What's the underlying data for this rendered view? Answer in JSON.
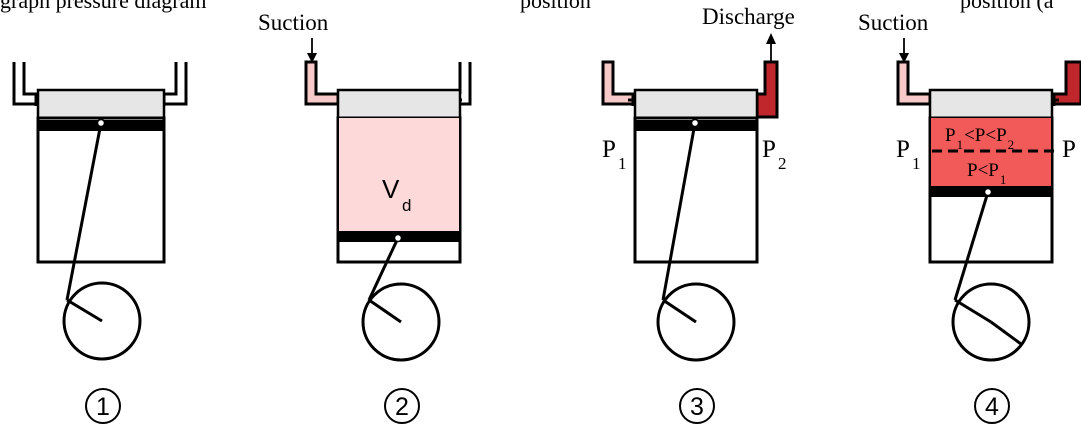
{
  "top_strip": {
    "text_left": "graph pressure diagram",
    "text_mid": "position",
    "text_right": "position (a"
  },
  "labels": {
    "suction": "Suction",
    "discharge": "Discharge",
    "p": "P",
    "sub1": "1",
    "sub2": "2",
    "v": "V",
    "sub_d": "d",
    "lt": "<",
    "mid_p": "P"
  },
  "stages": [
    {
      "number": "1"
    },
    {
      "number": "2"
    },
    {
      "number": "3"
    },
    {
      "number": "4"
    }
  ],
  "colors": {
    "light_pink": "#fdd9d9",
    "pink_pipe": "#f7c9c9",
    "red_fill": "#f25a5a",
    "dark_red": "#c0272d",
    "head_gray": "#e6e6e6"
  }
}
